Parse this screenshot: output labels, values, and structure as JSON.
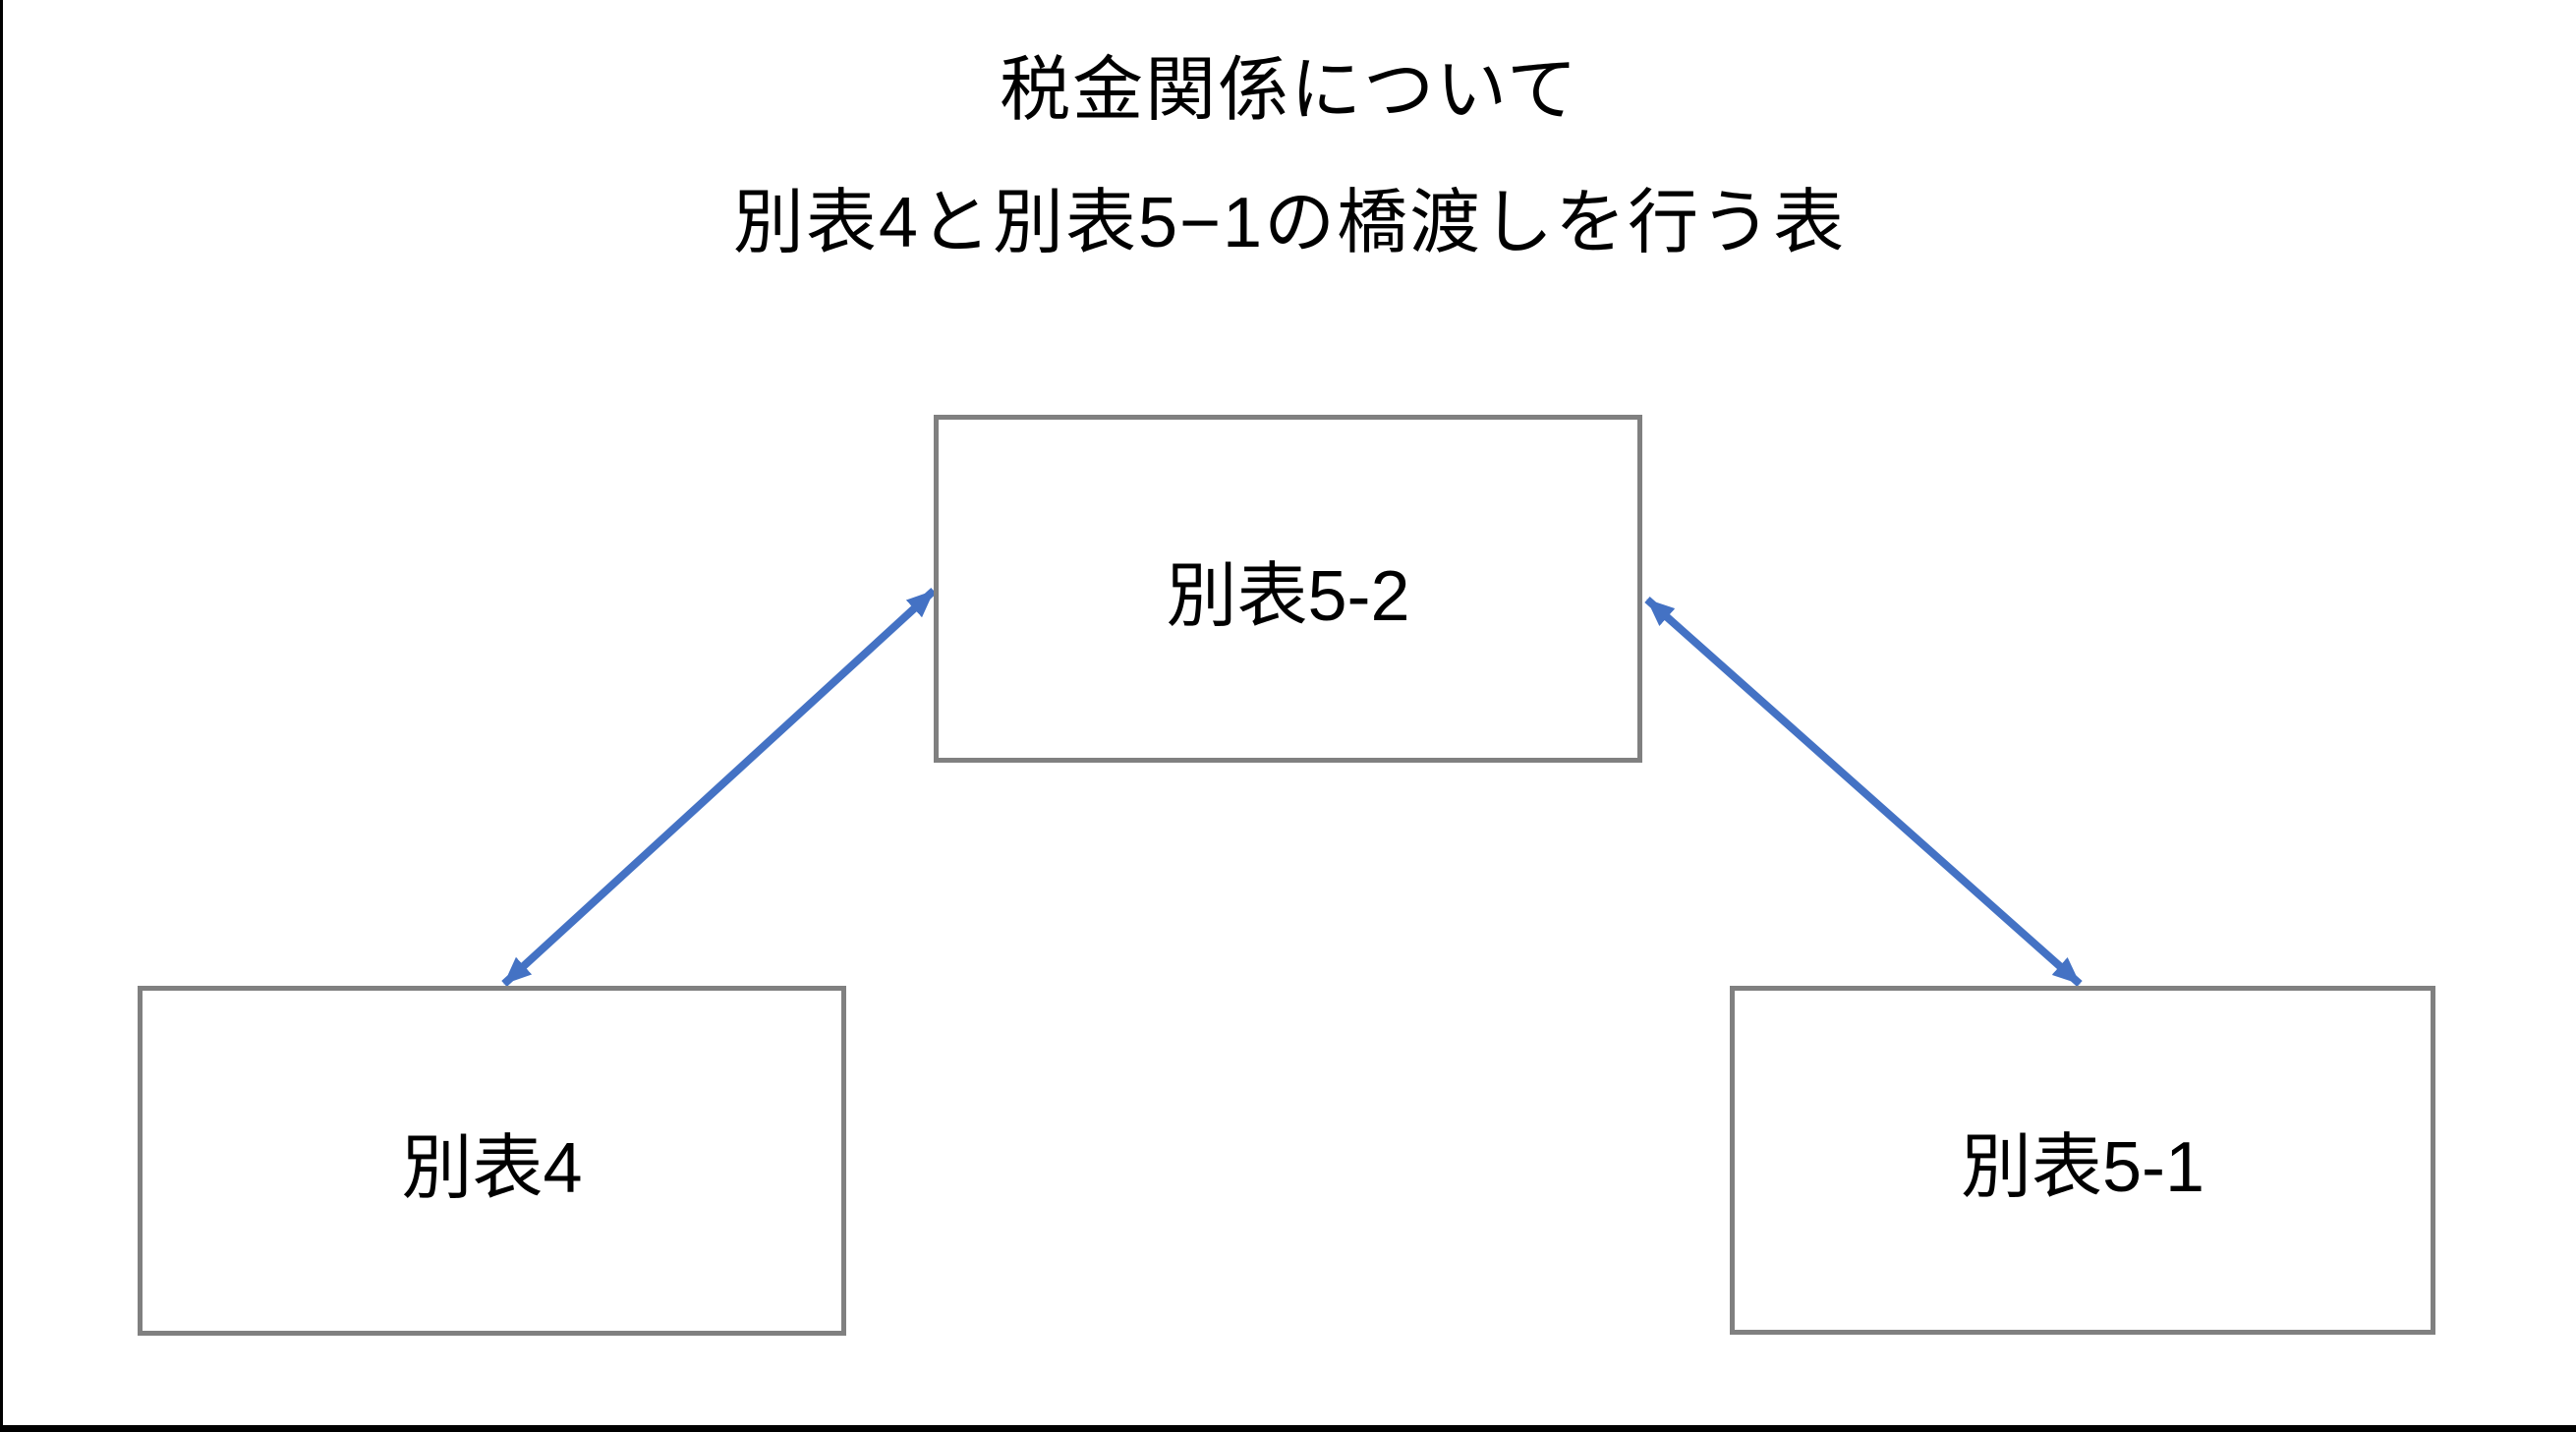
{
  "title": {
    "line1": "税金関係について",
    "line2": "別表4と別表5−1の橋渡しを行う表"
  },
  "boxes": {
    "top": {
      "label": "別表5-2"
    },
    "bottom_left": {
      "label": "別表4"
    },
    "bottom_right": {
      "label": "別表5-1"
    }
  },
  "arrows": [
    {
      "from": "別表4",
      "to": "別表5-2",
      "direction": "bidirectional"
    },
    {
      "from": "別表5-1",
      "to": "別表5-2",
      "direction": "bidirectional"
    }
  ],
  "colors": {
    "arrow": "#4472C4",
    "box_border": "#808080",
    "frame": "#000000",
    "text": "#000000"
  }
}
